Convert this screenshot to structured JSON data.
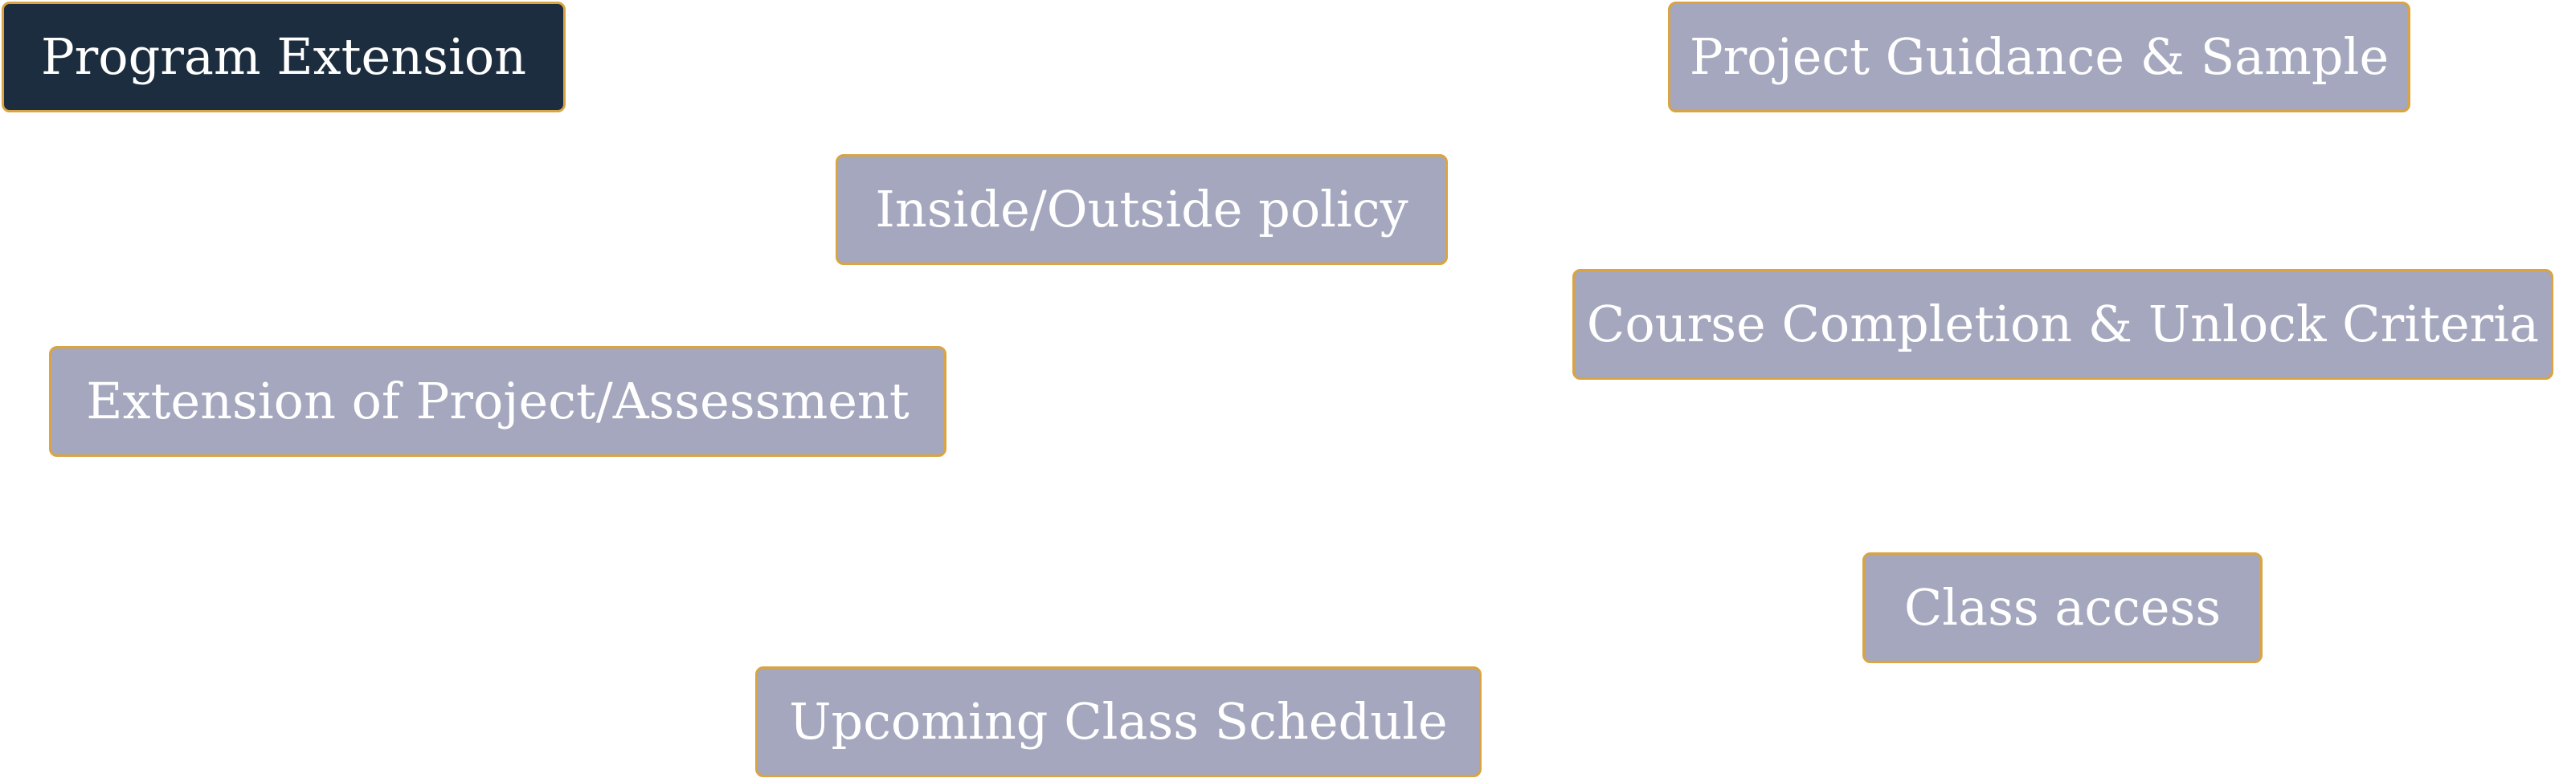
{
  "topics": {
    "program_extension": "Program Extension",
    "project_guidance": "Project Guidance & Sample",
    "inside_outside_policy": "Inside/Outside policy",
    "course_completion": "Course Completion & Unlock Criteria",
    "extension_project_assessment": "Extension of Project/Assessment",
    "class_access": "Class access",
    "upcoming_class_schedule": "Upcoming Class Schedule"
  },
  "active_topic": "program_extension",
  "colors": {
    "active_bg": "#1b2d3e",
    "inactive_bg": "#a4a7bd",
    "border": "#d9a441",
    "text": "#ffffff"
  }
}
